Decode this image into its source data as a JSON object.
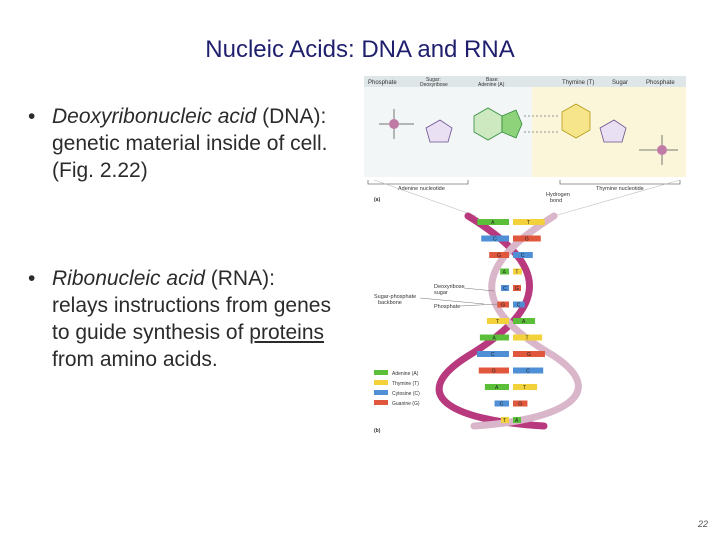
{
  "slide": {
    "title": "Nucleic Acids: DNA and RNA",
    "bullets": [
      {
        "dot": "•",
        "term": "Deoxyribonucleic acid",
        "rest_1": " (DNA):",
        "line_2": "genetic material inside of cell.",
        "line_3": "(Fig. 2.22)"
      },
      {
        "dot": "•",
        "term": "Ribonucleic acid",
        "rest_1": " (RNA):",
        "line_2": "relays instructions from genes",
        "line_3_pre": "to guide synthesis of ",
        "line_3_link": "proteins",
        "line_4": "from amino acids."
      }
    ],
    "page_number": "22"
  },
  "figure": {
    "a": {
      "col_phosphate": "Phosphate",
      "col_sugar_deoxy_1": "Sugar:",
      "col_sugar_deoxy_2": "Deoxyribose",
      "col_base_1": "Base:",
      "col_base_2": "Adenine (A)",
      "col_thymine": "Thymine (T)",
      "col_sugar": "Sugar",
      "col_phosphate_r": "Phosphate",
      "adenine_nucleotide": "Adenine nucleotide",
      "thymine_nucleotide": "Thymine nucleotide",
      "hydrogen_bond_1": "Hydrogen",
      "hydrogen_bond_2": "bond",
      "panel": "(a)"
    },
    "b": {
      "sugar_phosphate_1": "Sugar-phosphate",
      "sugar_phosphate_2": "backbone",
      "deoxyribose_sugar_1": "Deoxyribose",
      "deoxyribose_sugar_2": "sugar",
      "phosphate": "Phosphate",
      "legend": [
        "Adenine (A)",
        "Thymine (T)",
        "Cytosine (C)",
        "Guanine (G)"
      ],
      "panel": "(b)",
      "pairs": [
        [
          "A",
          "T"
        ],
        [
          "C",
          "G"
        ],
        [
          "G",
          "C"
        ],
        [
          "A",
          "T"
        ],
        [
          "C",
          "G"
        ],
        [
          "G",
          "C"
        ],
        [
          "T",
          "A"
        ],
        [
          "A",
          "T"
        ],
        [
          "C",
          "G"
        ],
        [
          "G",
          "C"
        ],
        [
          "A",
          "T"
        ],
        [
          "C",
          "G"
        ],
        [
          "T",
          "A"
        ]
      ]
    },
    "colors": {
      "adenine": "#5bbf3a",
      "thymine": "#f2d13a",
      "cytosine": "#4e8fd6",
      "guanine": "#e0573e",
      "backbone": "#b8397e",
      "backbone_light": "#d9b6c9",
      "phosphate": "#c07aa6"
    }
  }
}
